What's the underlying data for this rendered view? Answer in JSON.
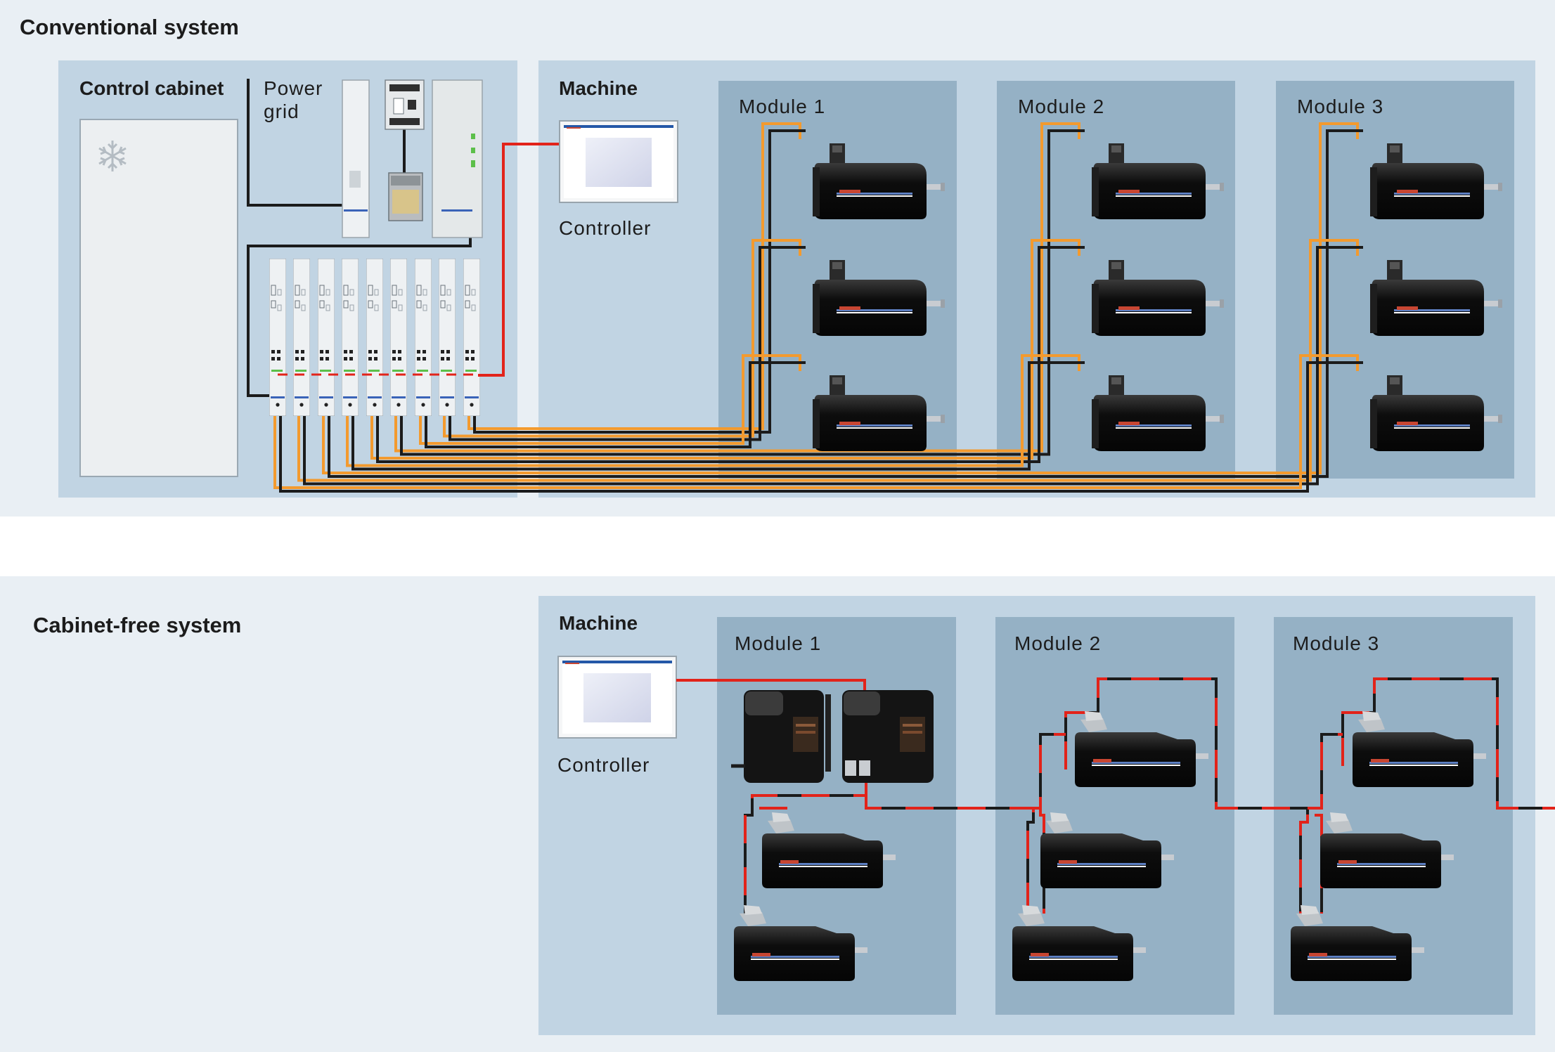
{
  "conventional": {
    "title": "Conventional system",
    "cabinet_label": "Control cabinet",
    "power_grid_line1": "Power",
    "power_grid_line2": "grid",
    "machine_label": "Machine",
    "controller_label": "Controller",
    "modules": [
      "Module 1",
      "Module 2",
      "Module 3"
    ],
    "cabinet_icon": "snowflake-icon"
  },
  "cabinet_free": {
    "title": "Cabinet-free system",
    "machine_label": "Machine",
    "controller_label": "Controller",
    "modules": [
      "Module 1",
      "Module 2",
      "Module 3"
    ]
  },
  "colors": {
    "outer_panel": "#e9eff4",
    "cabinet_bg": "#c1d4e3",
    "machine_bg": "#c1d4e3",
    "module_bg": "#95b1c5",
    "cable_orange": "#f39a2e",
    "cable_black": "#1b1b1b",
    "cable_red": "#e2231a"
  }
}
